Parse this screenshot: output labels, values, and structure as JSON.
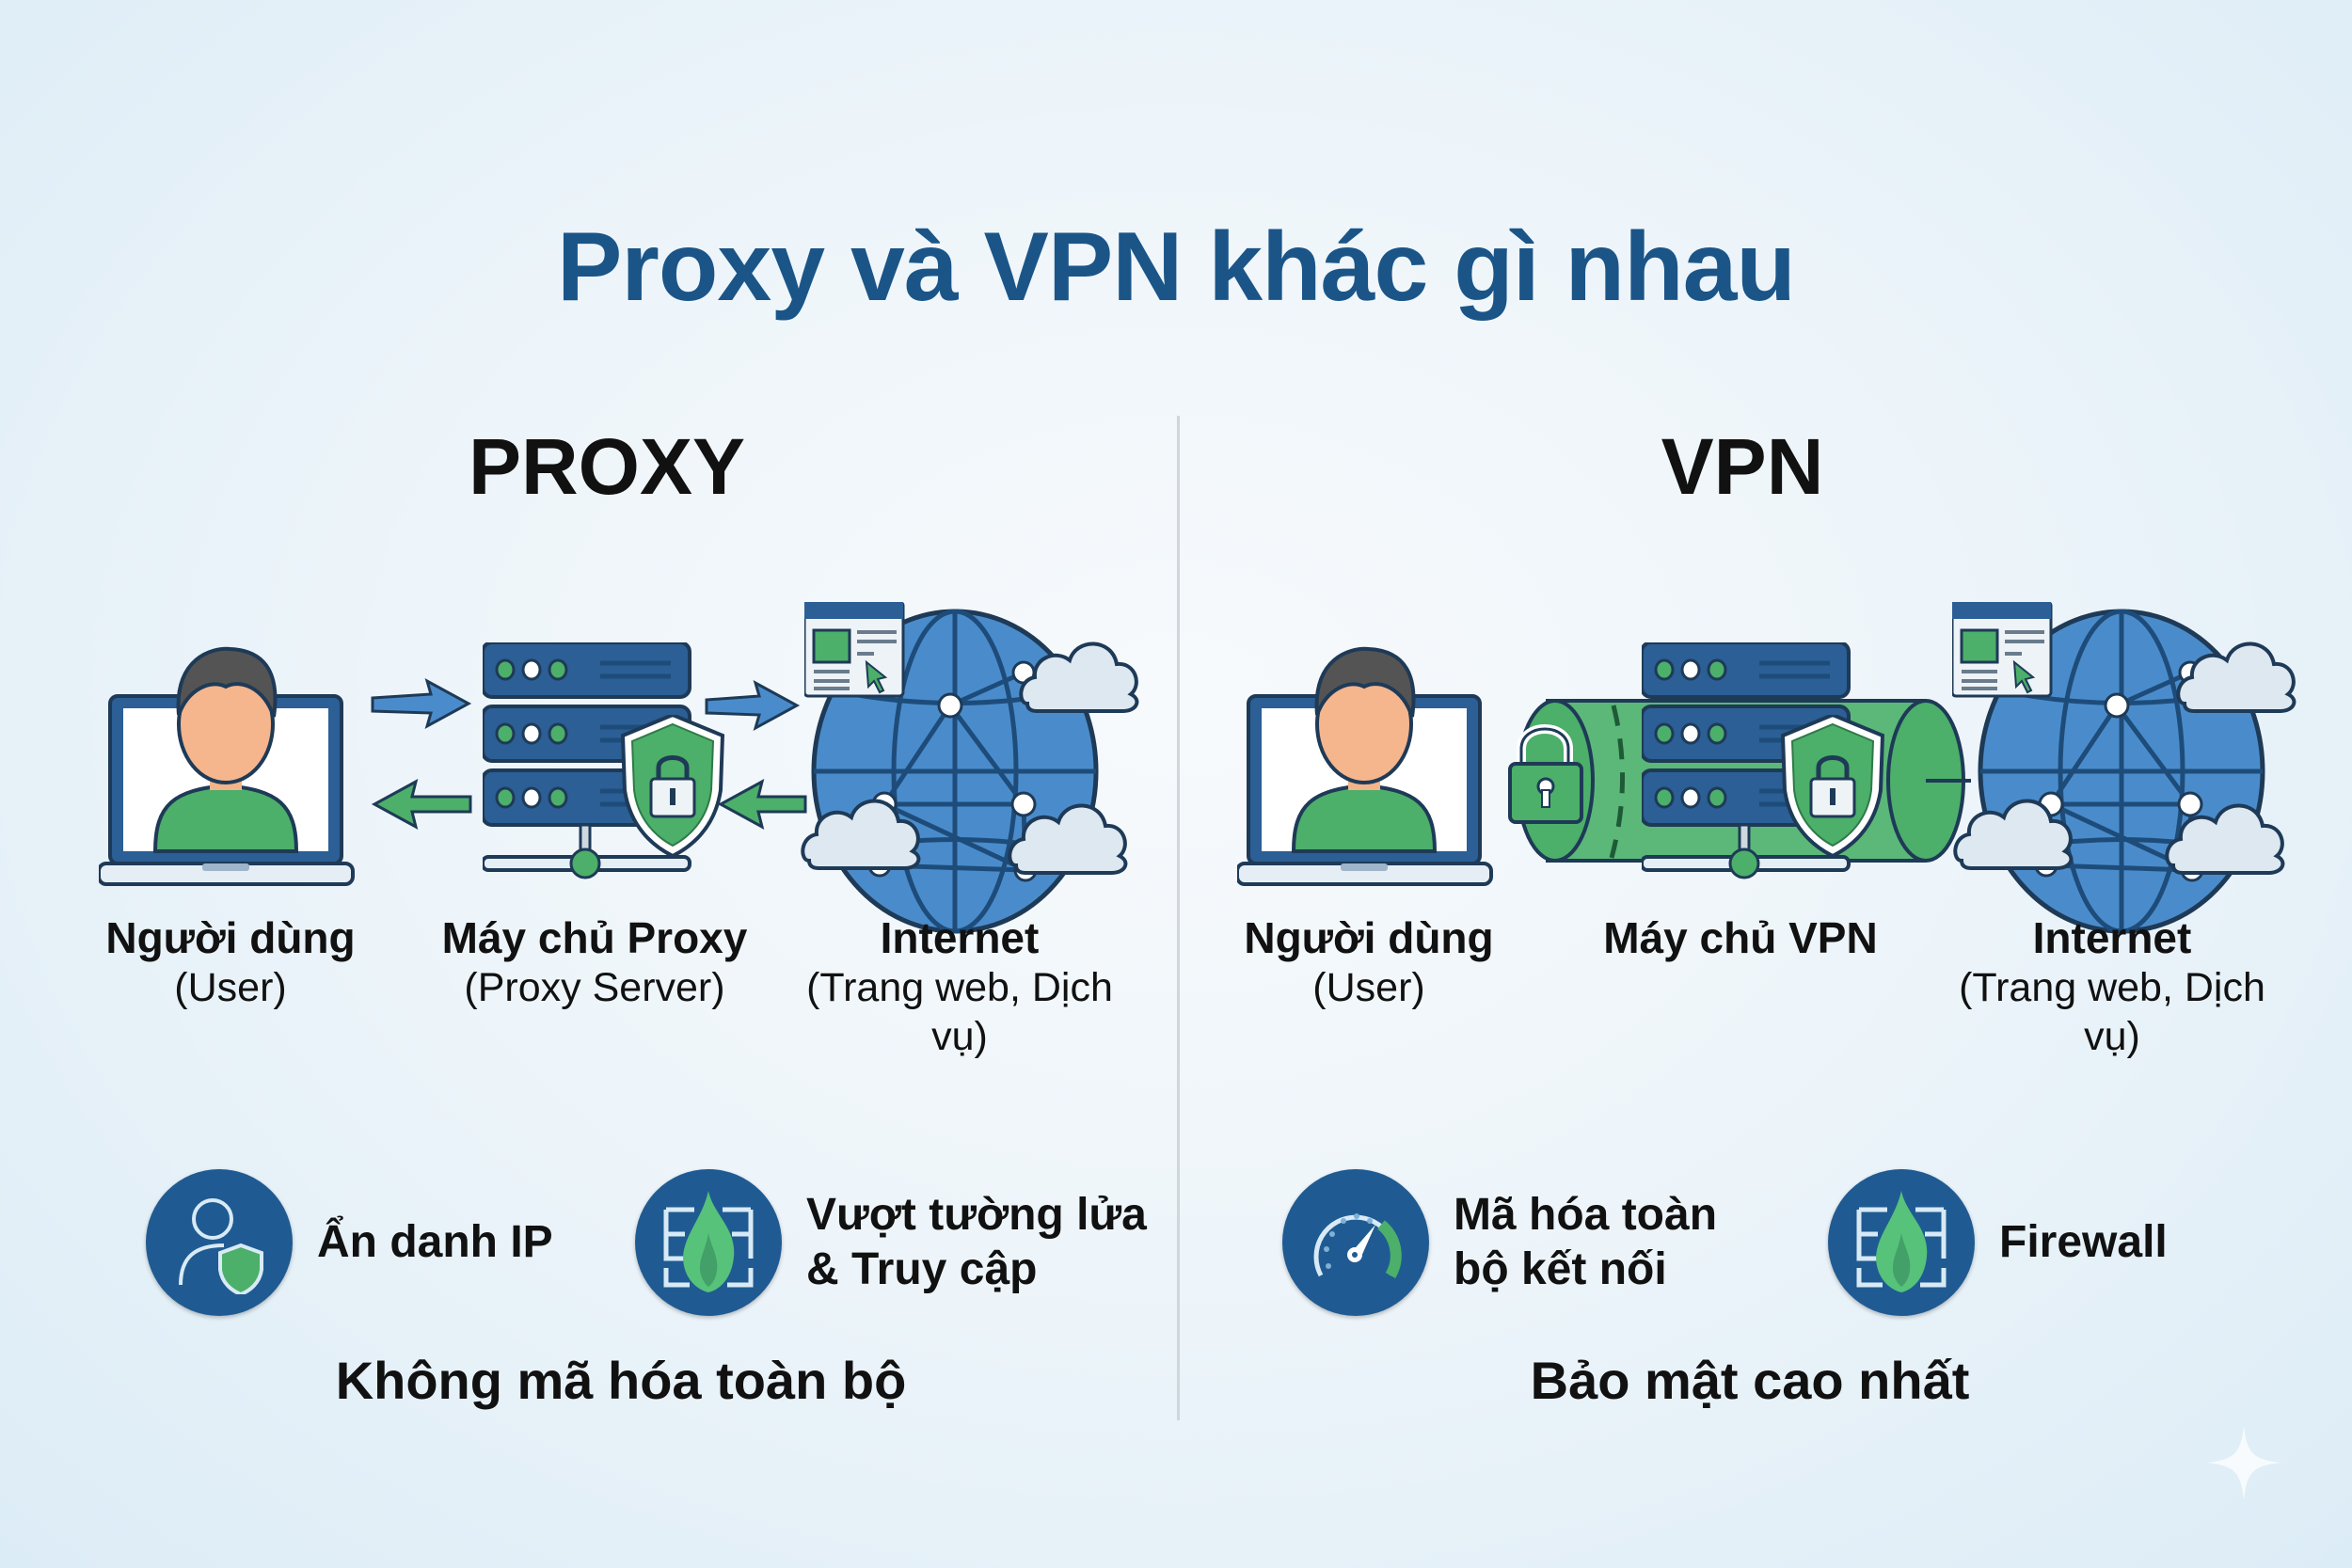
{
  "title": "Proxy và VPN khác gì nhau",
  "colors": {
    "title": "#1b5588",
    "server_blue": "#2b5f95",
    "green": "#4caf6a",
    "globe": "#4a8ccb",
    "icon_circle": "#1f5b92"
  },
  "proxy": {
    "heading": "PROXY",
    "nodes": [
      {
        "main": "Người dùng",
        "sub": "(User)",
        "icon": "user-laptop-icon"
      },
      {
        "main": "Máy chủ Proxy",
        "sub": "(Proxy Server)",
        "icon": "server-shield-icon"
      },
      {
        "main": "Internet",
        "sub": "(Trang web, Dịch vụ)",
        "icon": "globe-network-icon"
      }
    ],
    "features": [
      {
        "text": "Ẩn danh IP",
        "icon": "user-shield-icon"
      },
      {
        "line1": "Vượt tường lửa",
        "line2": "& Truy cập",
        "icon": "firewall-flame-icon"
      }
    ],
    "caption": "Không mã hóa toàn bộ"
  },
  "vpn": {
    "heading": "VPN",
    "nodes": [
      {
        "main": "Người dùng",
        "sub": "(User)",
        "icon": "user-laptop-icon"
      },
      {
        "main": "Máy chủ VPN",
        "sub": "",
        "icon": "server-tunnel-icon"
      },
      {
        "main": "Internet",
        "sub": "(Trang web, Dịch vụ)",
        "icon": "globe-network-icon"
      }
    ],
    "features": [
      {
        "line1": "Mã hóa toàn",
        "line2": "bộ kết nối",
        "icon": "speedometer-icon"
      },
      {
        "text": "Firewall",
        "icon": "firewall-flame-icon"
      }
    ],
    "caption": "Bảo mật cao nhất"
  }
}
